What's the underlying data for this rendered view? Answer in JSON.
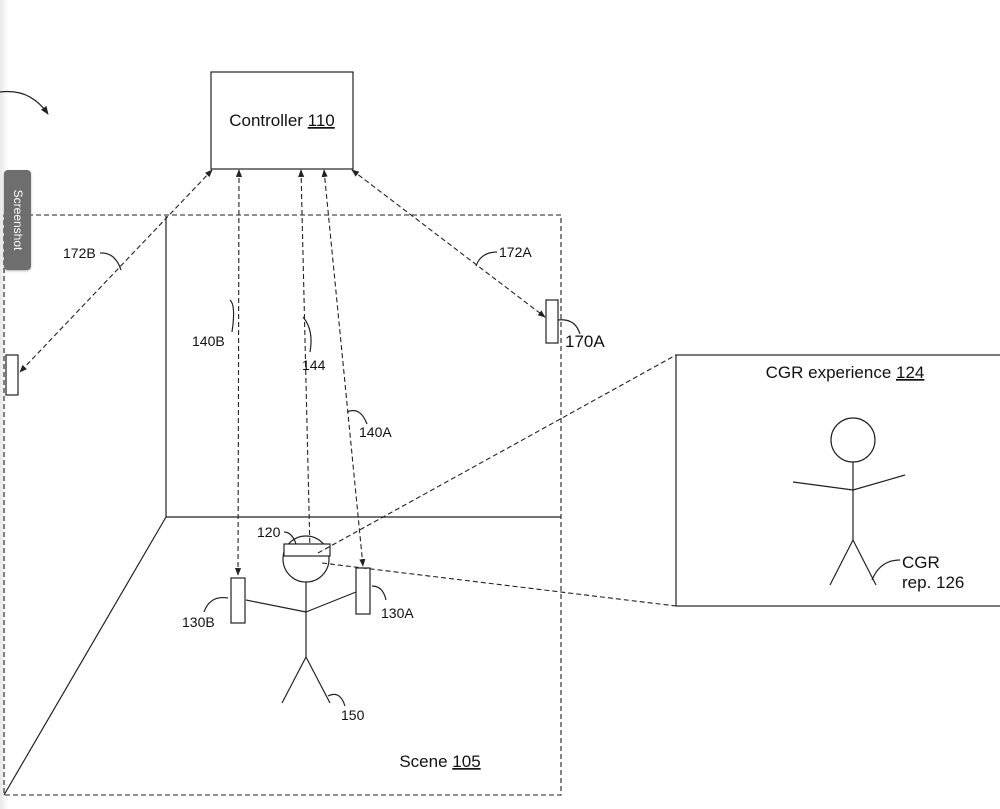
{
  "controller": {
    "label": "Controller ",
    "ref": "110"
  },
  "scene": {
    "label": "Scene ",
    "ref": "105"
  },
  "cgr_experience": {
    "label": "CGR experience ",
    "ref": "124"
  },
  "cgr_rep": {
    "line1": "CGR",
    "line2": "rep. 126"
  },
  "labels": {
    "l172b": "172B",
    "l172a": "172A",
    "l170a": "170A",
    "l140b": "140B",
    "l144": "144",
    "l140a": "140A",
    "l120": "120",
    "l130b": "130B",
    "l130a": "130A",
    "l150": "150"
  },
  "screenshot_tab": {
    "label": "Screenshot"
  }
}
